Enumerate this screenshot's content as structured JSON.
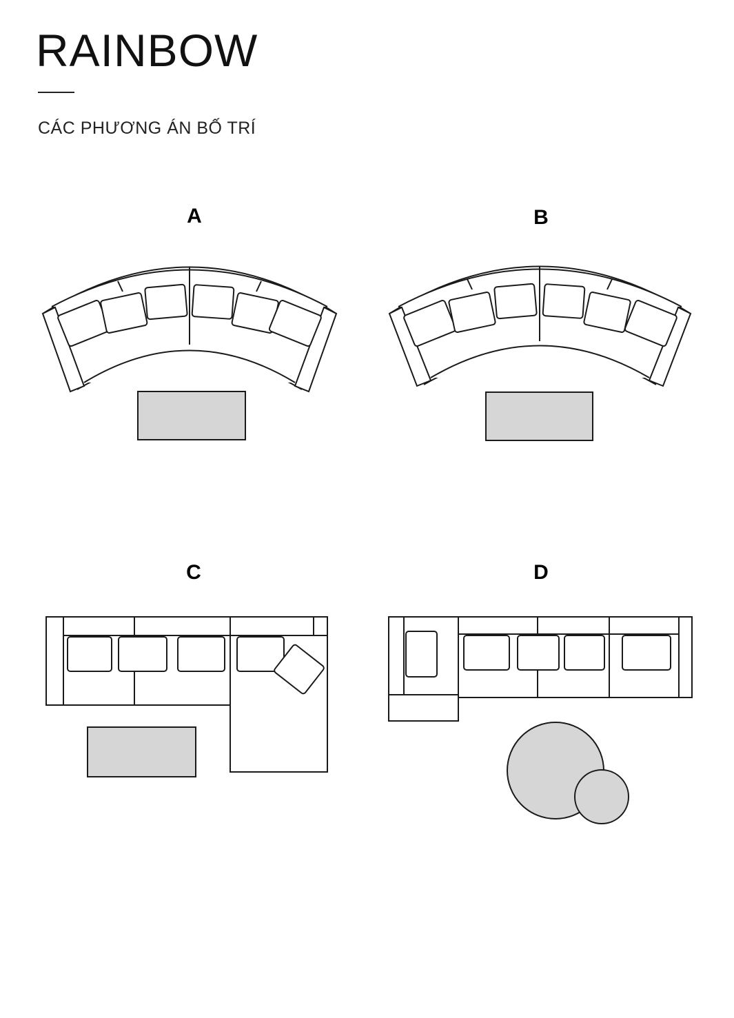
{
  "header": {
    "title": "RAINBOW",
    "subtitle": "CÁC PHƯƠNG ÁN BỐ TRÍ"
  },
  "options": [
    {
      "label": "A"
    },
    {
      "label": "B"
    },
    {
      "label": "C"
    },
    {
      "label": "D"
    }
  ],
  "colors": {
    "line": "#1a1a1a",
    "table_fill": "#d6d6d6",
    "background": "#ffffff"
  }
}
